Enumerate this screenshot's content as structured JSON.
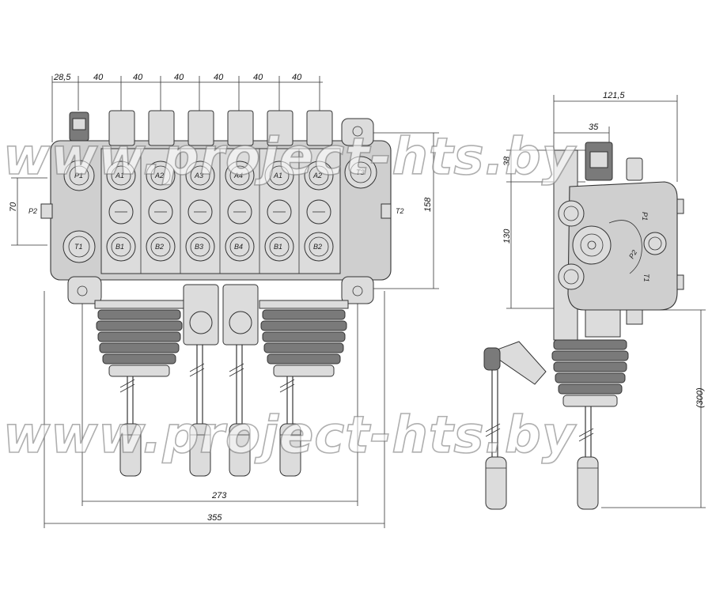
{
  "drawing": {
    "top_dimensions": [
      "28,5",
      "40",
      "40",
      "40",
      "40",
      "40",
      "40"
    ],
    "front_height_left": "70",
    "front_height_right": "158",
    "width_inner": "273",
    "width_overall": "355",
    "side_width": "121,5",
    "side_offset": "35",
    "side_top": "38",
    "side_height": "130",
    "side_handle_height": "(300)"
  },
  "ports": {
    "port_p1": "P1",
    "port_p2": "P2",
    "port_t1": "T1",
    "port_t2": "T2",
    "port_t3": "T3",
    "a_ports": [
      "A1",
      "A2",
      "A3",
      "A4",
      "A1",
      "A2"
    ],
    "b_ports": [
      "B1",
      "B2",
      "B3",
      "B4",
      "B1",
      "B2"
    ],
    "side_labels": [
      "P1",
      "P2",
      "T1"
    ]
  },
  "watermark": {
    "text_top": "www.project-hts.by",
    "text_bottom": "www.project-hts.by"
  }
}
